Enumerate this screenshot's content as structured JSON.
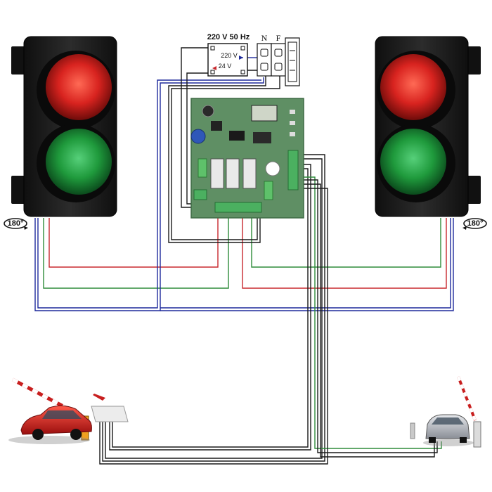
{
  "power": {
    "supply_label": "220 V 50 Hz",
    "transformer_primary": "220 V",
    "transformer_secondary": "24 V",
    "terminal_n": "N",
    "terminal_f": "F"
  },
  "rotation": {
    "left_label": "180°",
    "right_label": "180°"
  },
  "colors": {
    "wire_red": "#c8282e",
    "wire_green": "#2e8b3a",
    "wire_blue": "#1e2a9c",
    "wire_black": "#1a1a1a",
    "board_green": "#5f8f64",
    "light_red": "#d8231f",
    "light_green": "#1f9a3c",
    "housing": "#1c1c1c",
    "car_left": "#c81e1e",
    "car_right": "#b8bcc4"
  },
  "icons": {
    "left_traffic_light": "traffic-light-icon",
    "right_traffic_light": "traffic-light-icon",
    "left_barrier": "barrier-gate-icon",
    "right_barrier": "barrier-gate-icon",
    "rotation": "rotate-arrow-icon"
  }
}
